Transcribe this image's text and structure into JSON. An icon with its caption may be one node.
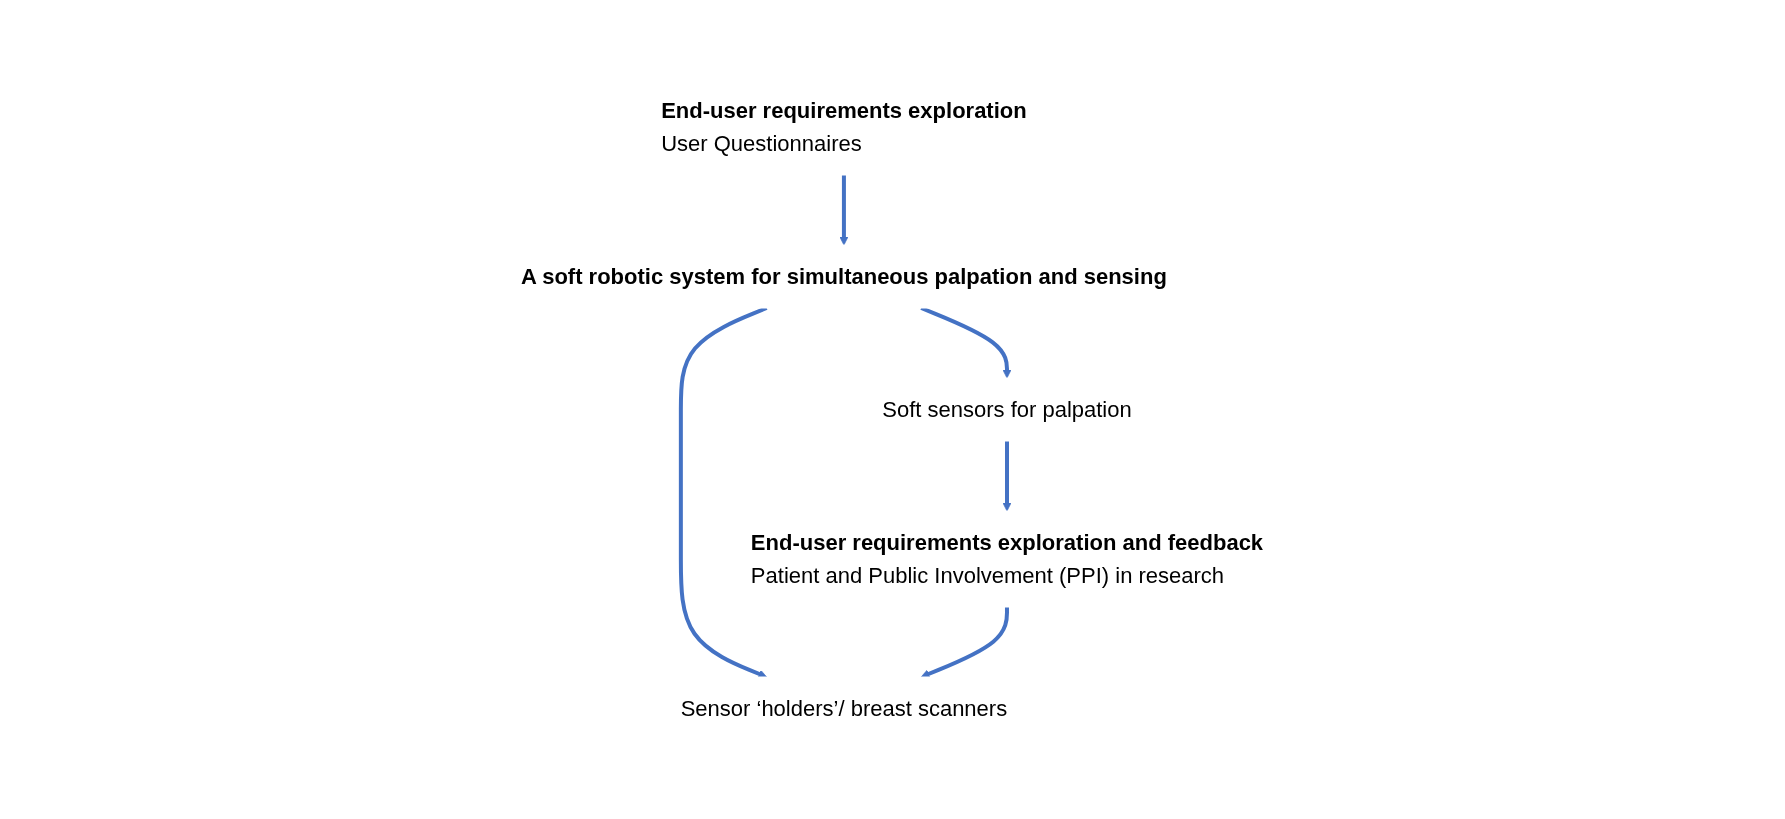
{
  "diagram": {
    "nodes": [
      {
        "text": [
          "End-user requirements exploration",
          "User Questionnaires"
        ]
      },
      {
        "text": [
          "A soft robotic system for simultaneous palpation and sensing"
        ]
      },
      {
        "text": [
          "Soft sensors for palpation"
        ]
      },
      {
        "text": [
          "Sensor ‘holders’/ breast scanners"
        ]
      },
      {
        "text": [
          "End-user requirements exploration and feedback",
          "Patient and Public Involvement (PPI) in research"
        ]
      }
    ],
    "edges": [
      {
        "from": 0,
        "to": 1,
        "arrow": "to"
      },
      {
        "from": 1,
        "to": 2,
        "arrow": "to"
      },
      {
        "from": 1,
        "to": 3,
        "arrow": "to"
      },
      {
        "from": 2,
        "to": 4,
        "arrow": "to"
      },
      {
        "from": 4,
        "to": 3,
        "arrow": "to"
      }
    ]
  }
}
